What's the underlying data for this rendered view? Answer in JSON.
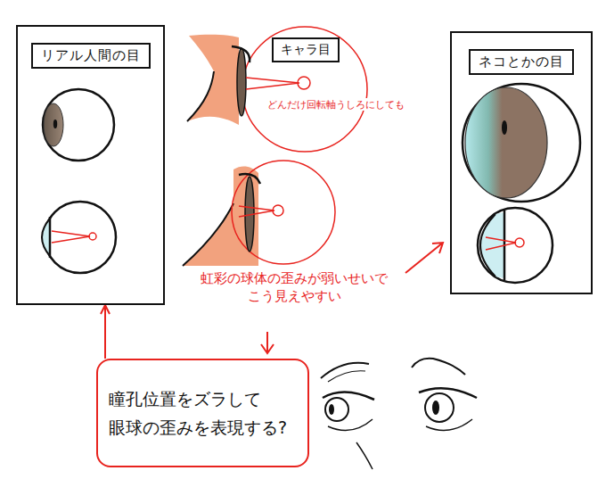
{
  "diagram": {
    "nodes": [
      {
        "text": [
          "リアル人間の目"
        ]
      },
      {
        "text": [
          "キャラ目"
        ]
      },
      {
        "text": [
          "ネコとかの目"
        ]
      },
      {
        "text": [
          "瞳孔位置をズラして 眼球の歪みを表現する?"
        ]
      }
    ],
    "edges": [
      {
        "from": 3,
        "to": 0,
        "arrow": "to"
      }
    ],
    "labels": [
      "どんだけ回転軸うしろにしても",
      "虹彩の球体の歪みが弱いせいで こう見えやすい"
    ]
  }
}
